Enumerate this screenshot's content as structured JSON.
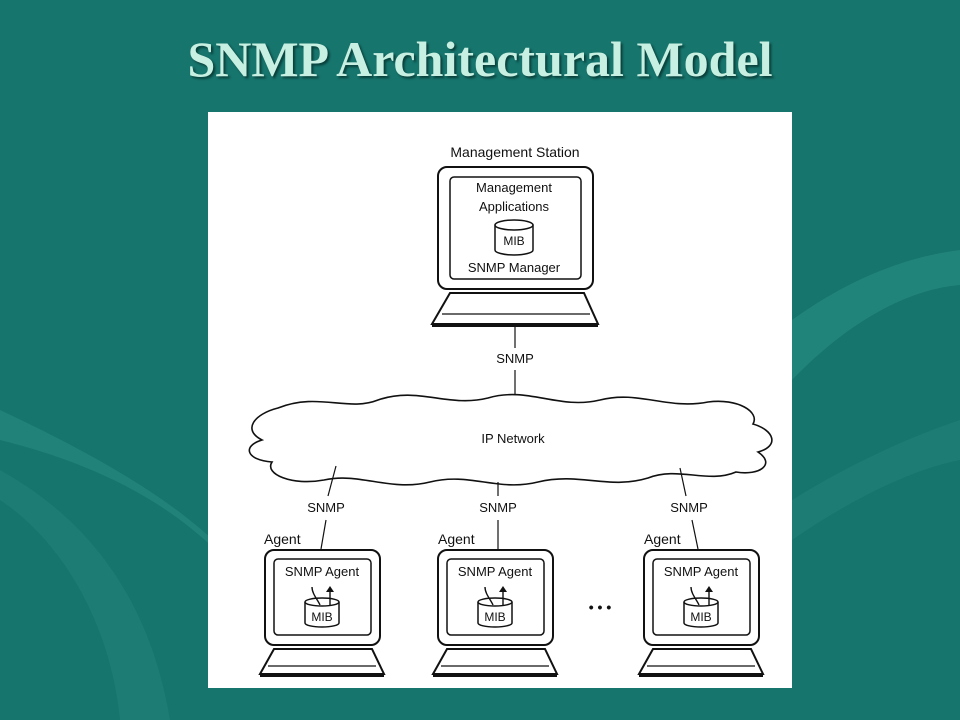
{
  "slide": {
    "title": "SNMP Architectural Model",
    "colors": {
      "background": "#16756d",
      "title": "#c8f0e2",
      "panel": "#ffffff"
    }
  },
  "diagram": {
    "manager": {
      "station_label": "Management Station",
      "apps_line1": "Management",
      "apps_line2": "Applications",
      "mib": "MIB",
      "snmp_manager": "SNMP Manager"
    },
    "manager_link_label": "SNMP",
    "network_label": "IP Network",
    "agents": [
      {
        "title": "Agent",
        "link_label": "SNMP",
        "snmp_agent": "SNMP Agent",
        "mib": "MIB"
      },
      {
        "title": "Agent",
        "link_label": "SNMP",
        "snmp_agent": "SNMP Agent",
        "mib": "MIB"
      },
      {
        "title": "Agent",
        "link_label": "SNMP",
        "snmp_agent": "SNMP Agent",
        "mib": "MIB"
      }
    ],
    "ellipsis": "• • •"
  }
}
